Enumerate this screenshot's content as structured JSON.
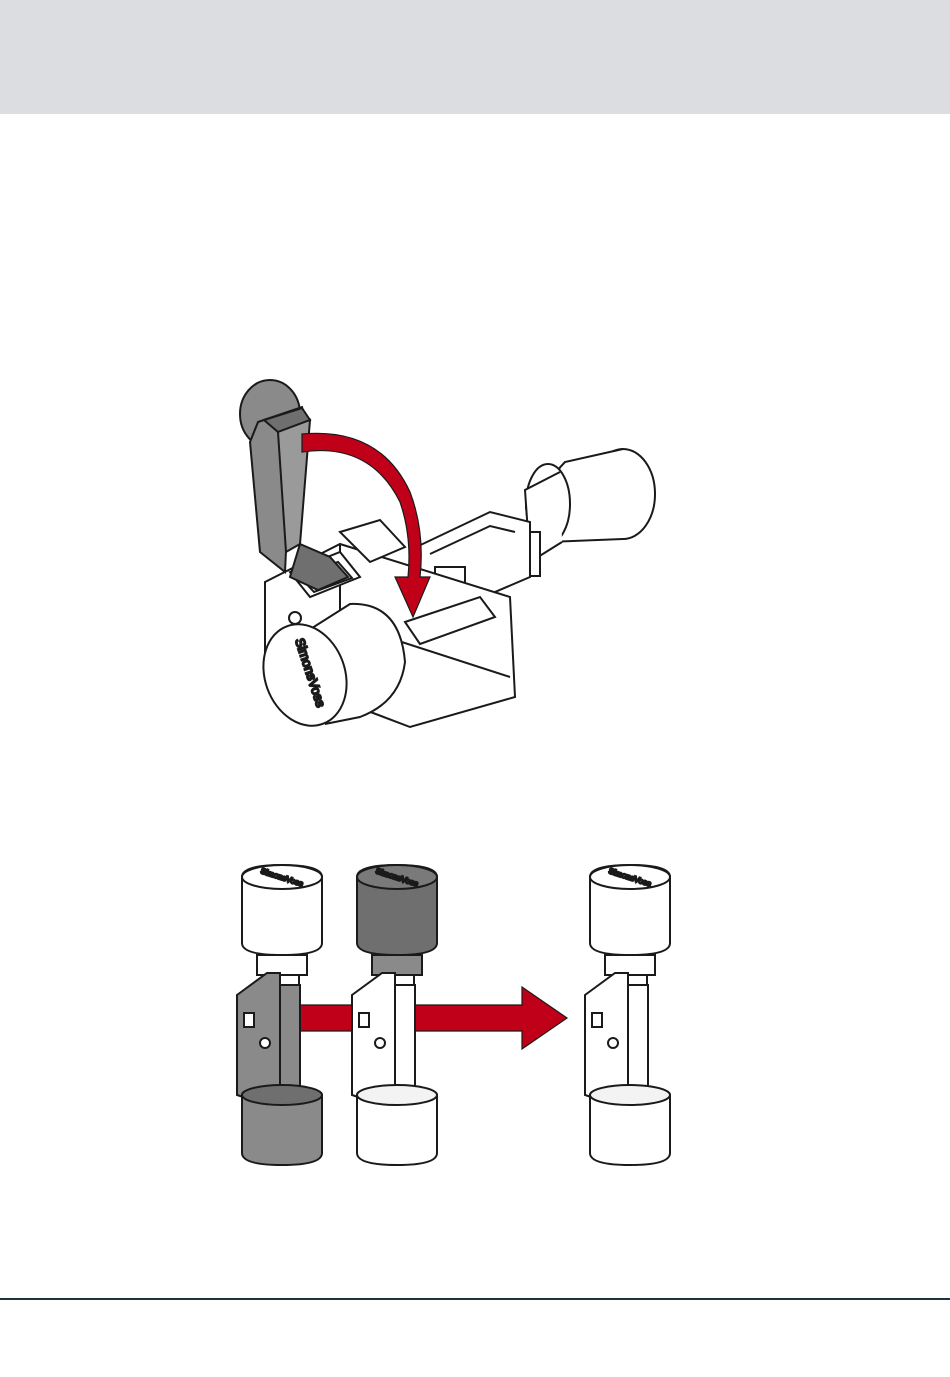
{
  "page": {
    "brand_label": "SimonsVoss",
    "colors": {
      "header_band": "#dcdde0",
      "footer_rule": "#1e3340",
      "arrow_red": "#c00018",
      "part_gray": "#8a8a8a",
      "part_dark": "#6f6f6f",
      "outline": "#1a1a1a"
    }
  },
  "figure_top": {
    "brand_label": "SimonsVoss",
    "arrow_direction": "curved-down"
  },
  "figure_bottom": {
    "brand_labels": [
      "SimonsVoss",
      "SimonsVoss",
      "SimonsVoss"
    ],
    "arrow_direction": "right"
  }
}
